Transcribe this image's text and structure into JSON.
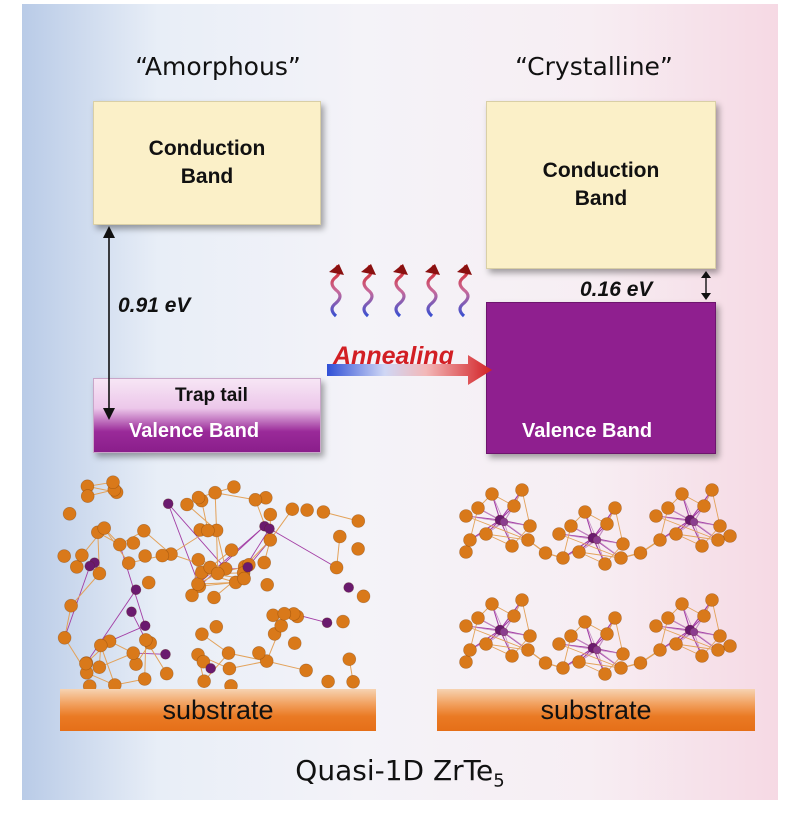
{
  "left_panel": {
    "title": "“Amorphous”",
    "conduction_band": [
      "Conduction",
      "Band"
    ],
    "gap_label": "0.91 eV",
    "trap_tail": "Trap tail",
    "valence_band": "Valence Band",
    "substrate": "substrate"
  },
  "right_panel": {
    "title": "“Crystalline”",
    "conduction_band": [
      "Conduction",
      "Band"
    ],
    "gap_label": "0.16 eV",
    "valence_band": "Valence Band",
    "substrate": "substrate"
  },
  "process": {
    "label": "Annealing"
  },
  "caption": {
    "text": "Quasi-1D ZrTe",
    "subscript": "5"
  },
  "colors": {
    "conduction": "#fbf0c8",
    "valence": "#8f1f8f",
    "te_atom": "#d9791a",
    "zr_atom": "#6a1a6e",
    "bond": "#e3a25a",
    "substrate": "#e97a24",
    "annealing": "#d21f24"
  }
}
